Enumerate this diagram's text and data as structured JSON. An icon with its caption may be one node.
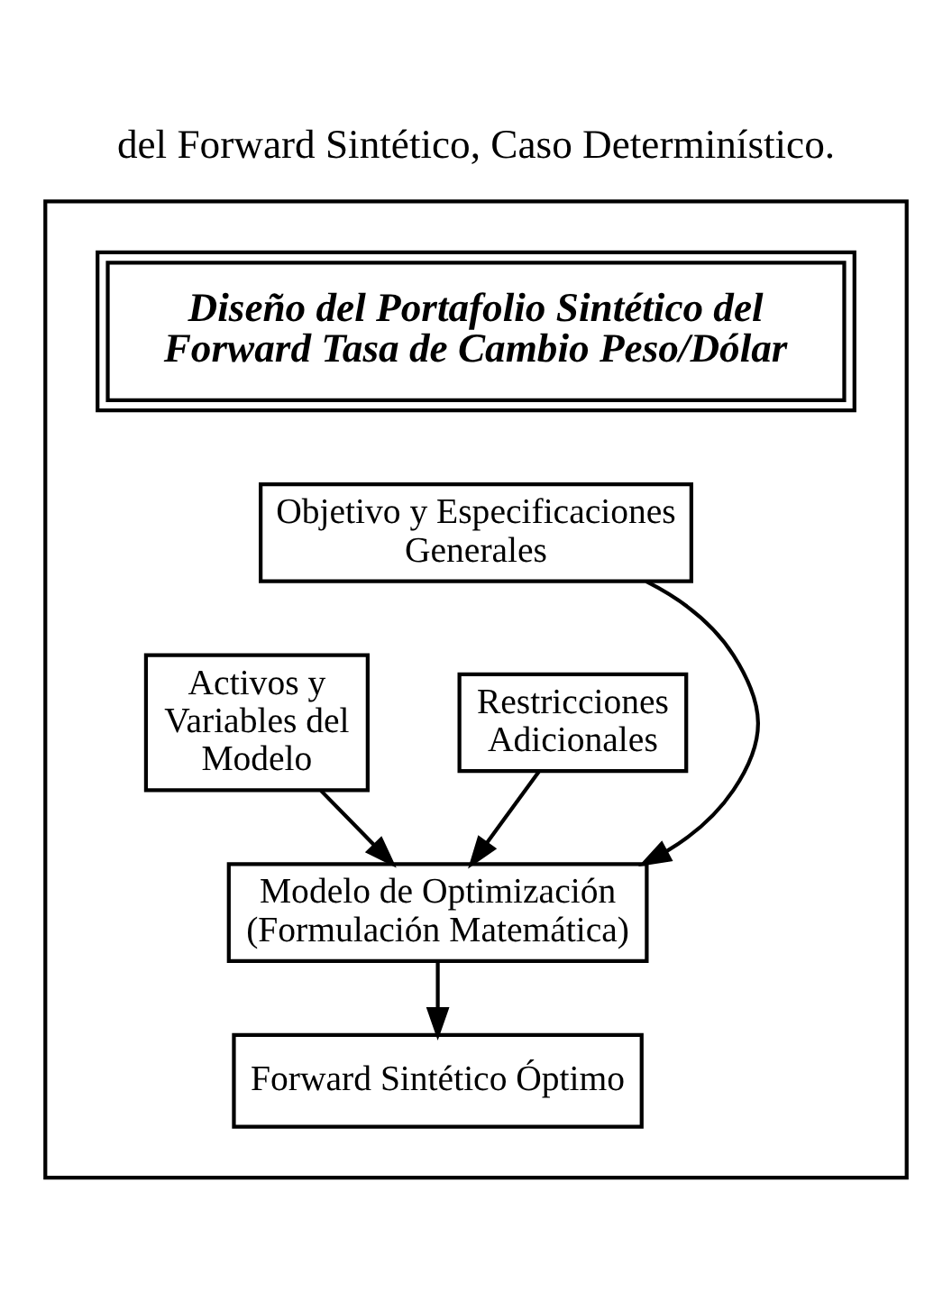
{
  "diagram": {
    "title": "del Forward Sintético, Caso Determinístico.",
    "nodes": [
      {
        "text": [],
        "shape": "box"
      },
      {
        "text": [
          "Diseño del Portafolio Sintético del Forward Tasa de Cambio Peso/Dólar"
        ],
        "in": 0
      },
      {
        "text": [
          "Objetivo y Especificaciones Generales"
        ],
        "in": 0
      },
      {
        "text": [
          "Activos y Variables del Modelo"
        ],
        "in": 0
      },
      {
        "text": [
          "Restricciones Adicionales"
        ],
        "in": 0
      },
      {
        "text": [
          "Modelo de Optimización (Formulación Matemática)"
        ],
        "in": 0
      },
      {
        "text": [
          "Forward Sintético Óptimo"
        ],
        "in": 0
      }
    ],
    "edges": [
      {
        "from": 2,
        "to": 5,
        "arrow": "to"
      },
      {
        "from": 3,
        "to": 5,
        "arrow": "to"
      },
      {
        "from": 4,
        "to": 5,
        "arrow": "to"
      },
      {
        "from": 5,
        "to": 6,
        "arrow": "to"
      }
    ]
  }
}
